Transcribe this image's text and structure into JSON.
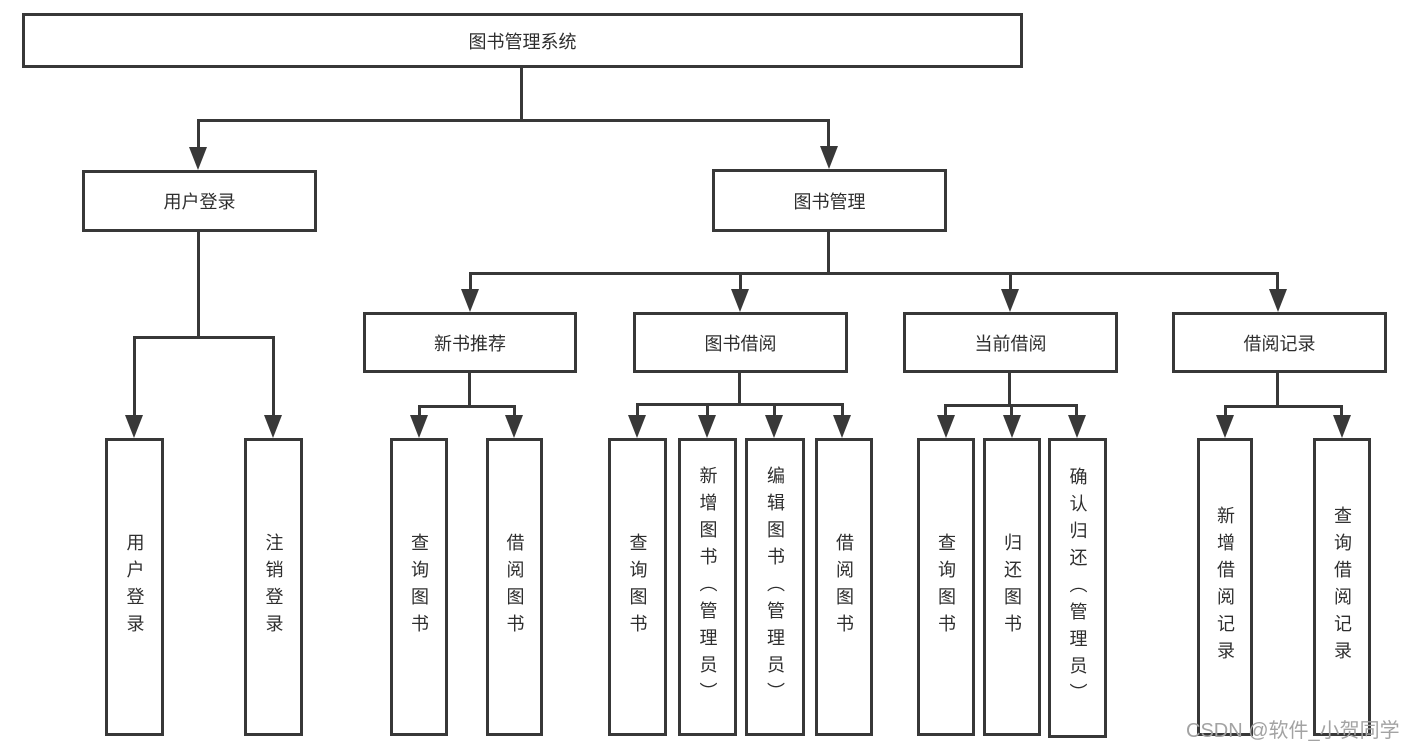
{
  "nodes": {
    "root": "图书管理系统",
    "userLogin": "用户登录",
    "bookManagement": "图书管理",
    "newBookRec": "新书推荐",
    "bookBorrow": "图书借阅",
    "currentBorrow": "当前借阅",
    "borrowRecords": "借阅记录",
    "leafUserLogin": "用户登录",
    "leafLogout": "注销登录",
    "nbrQuery": "查询图书",
    "nbrBorrow": "借阅图书",
    "bbQuery": "查询图书",
    "bbAdd": "新增图书（管理员）",
    "bbEdit": "编辑图书（管理员）",
    "bbBorrow": "借阅图书",
    "cbQuery": "查询图书",
    "cbReturn": "归还图书",
    "cbConfirm": "确认归还（管理员）",
    "brAdd": "新增借阅记录",
    "brQuery": "查询借阅记录"
  },
  "watermark": "CSDN @软件_小贺同学",
  "colors": {
    "line": "#383838",
    "text": "#2e2e2e",
    "watermark": "#a3a3a3",
    "background": "#ffffff"
  },
  "icons": {
    "connector_arrow": "arrow-down"
  }
}
